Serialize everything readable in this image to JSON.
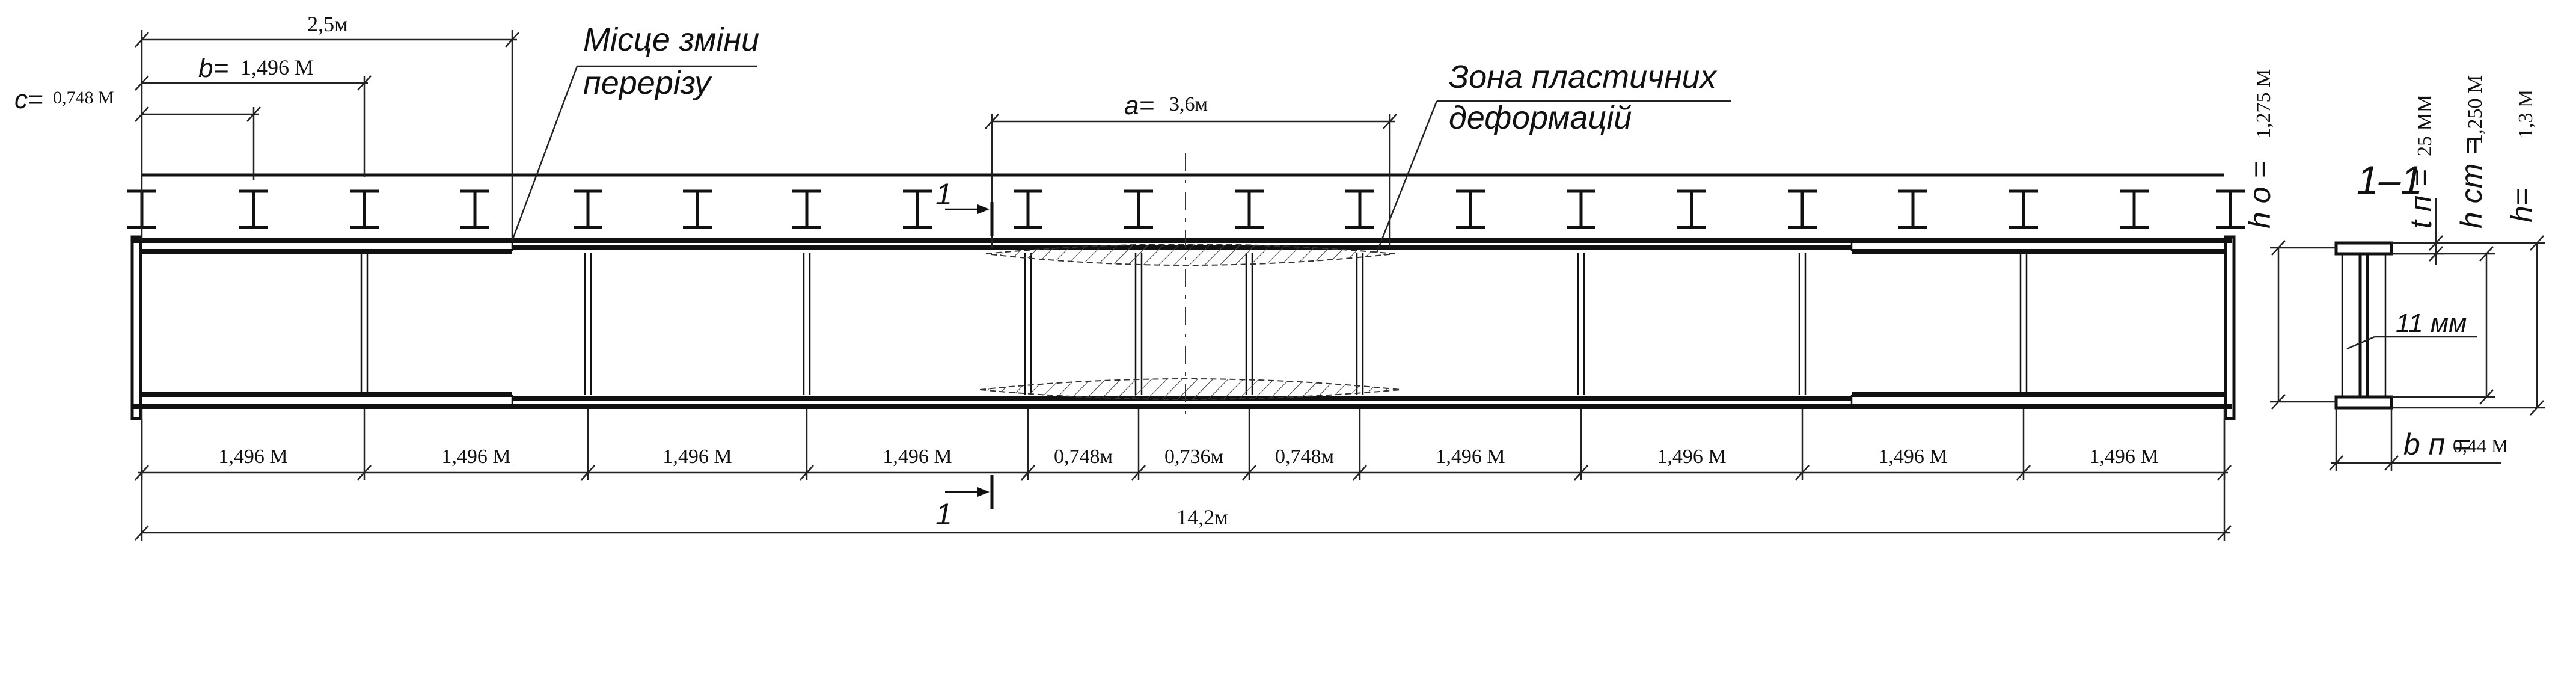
{
  "top_labels": {
    "total_left": "2,5м",
    "b_prefix": "b=",
    "b_value": "1,496 М",
    "c_prefix": "c=",
    "c_value": "0,748 М",
    "a_prefix": "a=",
    "a_value": "3,6м"
  },
  "notes": {
    "change_line1": "Місце зміни",
    "change_line2": "перерізу",
    "plastic_line1": "Зона пластичних",
    "plastic_line2": "деформацій"
  },
  "bottom_dims": [
    "1,496 М",
    "1,496 М",
    "1,496 М",
    "1,496 М",
    "0,748м",
    "0,736м",
    "0,748м",
    "1,496 М",
    "1,496 М",
    "1,496 М",
    "1,496 М"
  ],
  "total_length": "14,2м",
  "section_marks": {
    "top": "1",
    "bottom": "1"
  },
  "section": {
    "title": "1–1",
    "h0_label": "h о =",
    "h0_value": "1,275 М",
    "tn_label": "t п =",
    "tn_value": "25 ММ",
    "hst_label": "h ст =",
    "hst_value": "1,250 М",
    "h_label": "h=",
    "h_value": "1,3 М",
    "web_thickness": "11 мм",
    "bn_label": "b п =",
    "bn_value": "0,44 М"
  }
}
